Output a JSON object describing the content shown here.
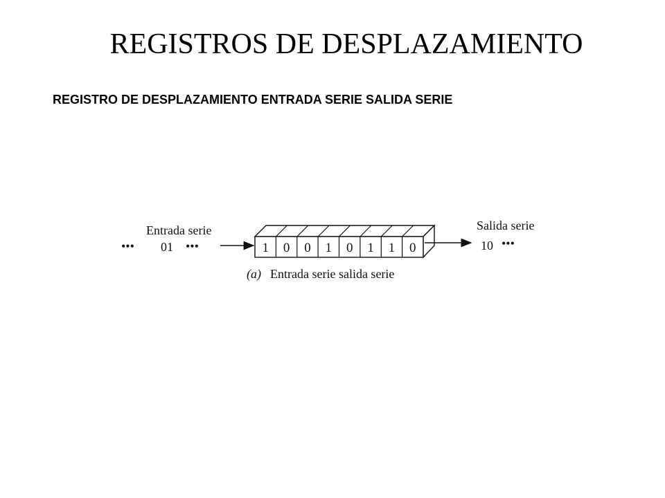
{
  "page": {
    "title": "REGISTROS DE DESPLAZAMIENTO",
    "subtitle": "REGISTRO DE DESPLAZAMIENTO ENTRADA SERIE SALIDA SERIE"
  },
  "diagram": {
    "input_label": "Entrada serie",
    "input_bits": "01",
    "output_label": "Salida serie",
    "output_bits": "10",
    "register_bits": [
      "1",
      "0",
      "0",
      "1",
      "0",
      "1",
      "1",
      "0"
    ],
    "caption_tag": "(a)",
    "caption_text": "Entrada serie salida serie",
    "dots": "•••"
  },
  "colors": {
    "ink": "#111111",
    "background": "#ffffff"
  }
}
